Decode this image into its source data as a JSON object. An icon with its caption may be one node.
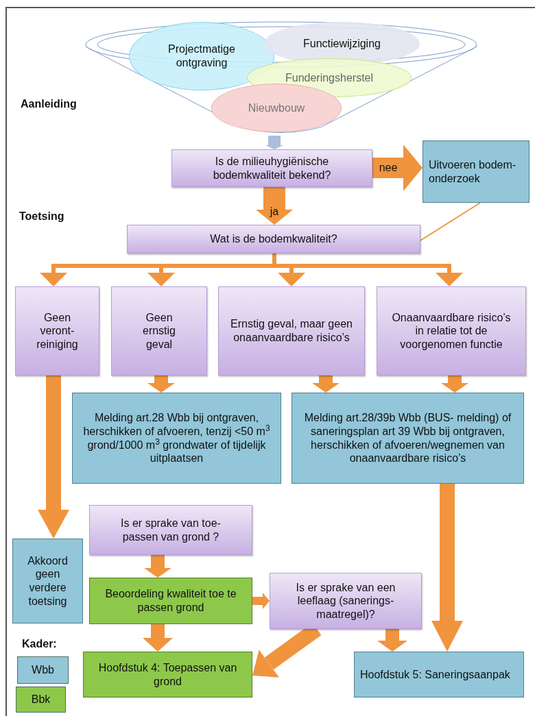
{
  "diagram": {
    "nodes": [
      {
        "text": [],
        "shape": "funnel"
      },
      {
        "text": [
          "Projectmatige ontgraving"
        ],
        "in": 0
      },
      {
        "text": [
          "Functiewijziging"
        ],
        "in": 0
      },
      {
        "text": [
          "Funderingsherstel"
        ],
        "in": 0
      },
      {
        "text": [
          "Nieuwbouw"
        ],
        "in": 0
      },
      {
        "text": [
          "Is de milieuhygiënische bodemkwaliteit bekend?"
        ]
      },
      {
        "text": [
          "Uitvoeren bodem- onderzoek"
        ]
      },
      {
        "text": [
          "Wat is de bodemkwaliteit?"
        ]
      },
      {
        "text": [
          "Geen veront- reiniging"
        ]
      },
      {
        "text": [
          "Geen ernstig geval"
        ]
      },
      {
        "text": [
          "Ernstig geval, maar geen onaanvaardbare risico’s"
        ]
      },
      {
        "text": [
          "Onaanvaardbare risico’s in relatie tot de voorgenomen functie"
        ]
      },
      {
        "text": [
          "Melding art.28 Wbb  bij ontgraven, herschikken of afvoeren, tenzij <50 m$^{3}$ grond/1000 m$^{3}$ grondwater of tijdelijk uitplaatsen"
        ]
      },
      {
        "text": [
          "Melding art.28/39b Wbb (BUS- melding) of saneringsplan art 39 Wbb bij ontgraven, herschikken of afvoeren/wegnemen van onaanvaardbare risico’s"
        ]
      },
      {
        "text": [
          "Is er sprake van toe- passen van grond ?"
        ]
      },
      {
        "text": [
          "Akkoord geen verdere toetsing"
        ]
      },
      {
        "text": [
          "Beoordeling kwaliteit toe te passen grond"
        ]
      },
      {
        "text": [
          "Is er sprake van een leeflaag (sanerings- maatregel)?"
        ]
      },
      {
        "text": [
          "Hoofdstuk 4: Toepassen van grond"
        ]
      },
      {
        "text": [
          "Hoofdstuk 5: Saneringsaanpak"
        ]
      }
    ],
    "edges": [
      {
        "from": 0,
        "to": 5,
        "arrow": "to",
        "color": "#a9bedc"
      },
      {
        "from": 5,
        "to": 6,
        "arrow": "to",
        "label": "nee"
      },
      {
        "from": 5,
        "to": 7,
        "arrow": "to",
        "label": "ja"
      },
      {
        "from": 6,
        "to": 7,
        "arrow": "none"
      },
      {
        "from": 7,
        "to": 8,
        "arrow": "to"
      },
      {
        "from": 7,
        "to": 9,
        "arrow": "to"
      },
      {
        "from": 7,
        "to": 10,
        "arrow": "to"
      },
      {
        "from": 7,
        "to": 11,
        "arrow": "to"
      },
      {
        "from": 8,
        "to": 15,
        "arrow": "to"
      },
      {
        "from": 9,
        "to": 12,
        "arrow": "to"
      },
      {
        "from": 10,
        "to": 13,
        "arrow": "to"
      },
      {
        "from": 11,
        "to": 13,
        "arrow": "to"
      },
      {
        "from": 13,
        "to": 19,
        "arrow": "to"
      },
      {
        "from": 14,
        "to": 16,
        "arrow": "to"
      },
      {
        "from": 16,
        "to": 17,
        "arrow": "to"
      },
      {
        "from": 16,
        "to": 18,
        "arrow": "to"
      },
      {
        "from": 17,
        "to": 18,
        "arrow": "to"
      },
      {
        "from": 17,
        "to": 19,
        "arrow": "to"
      }
    ],
    "labels": [
      "Aanleiding",
      "Toetsing",
      "Kader:"
    ],
    "legend": [
      {
        "text": "Wbb",
        "color": "#92c6d8"
      },
      {
        "text": "Bbk",
        "color": "#8dc84b"
      }
    ]
  }
}
